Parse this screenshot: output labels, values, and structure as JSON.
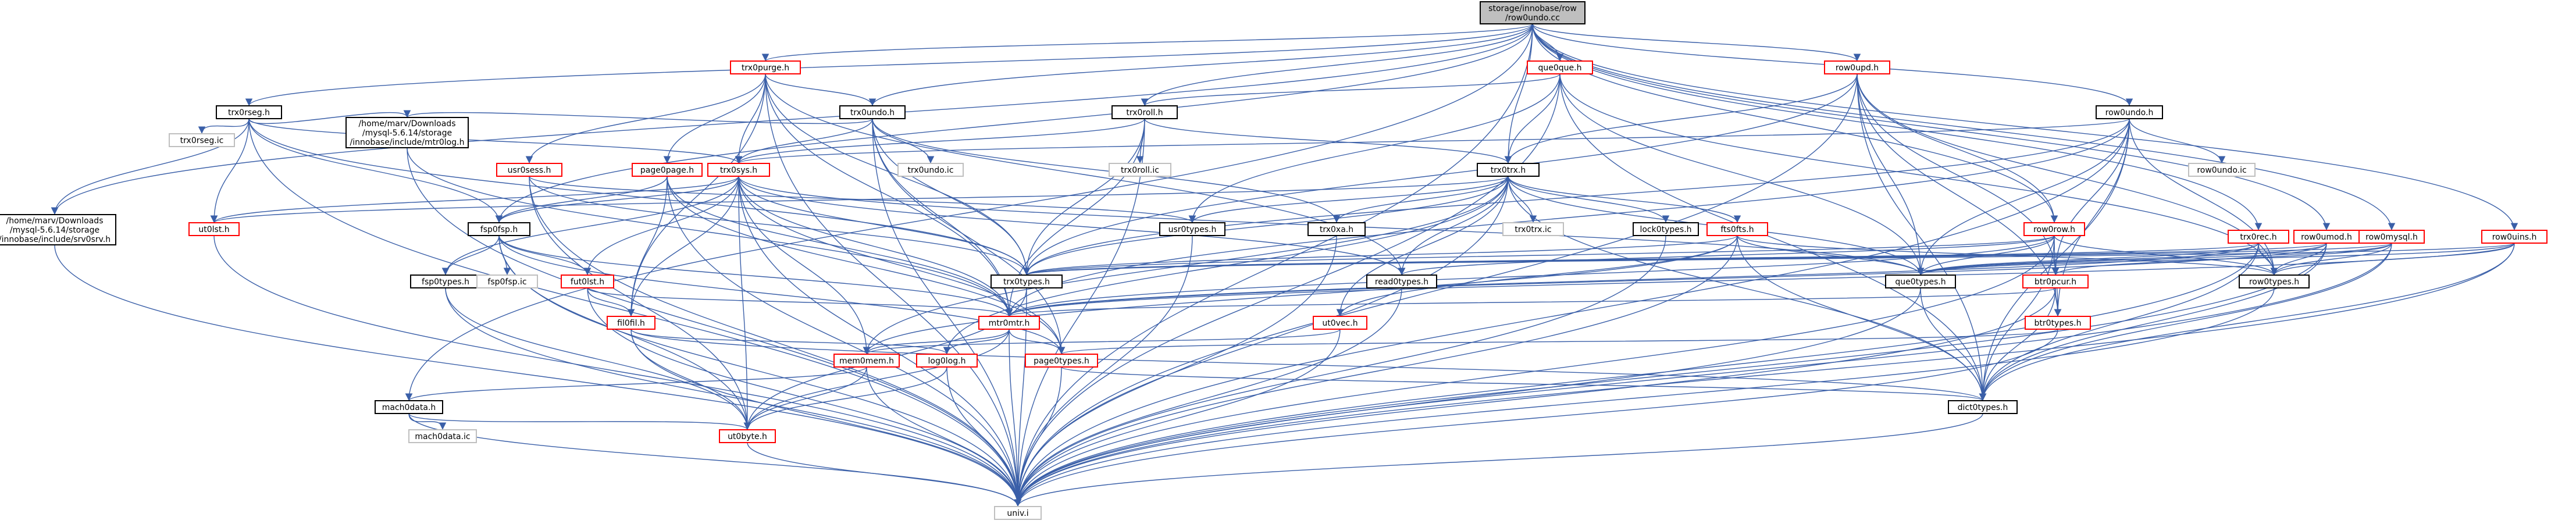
{
  "graph": {
    "title": "",
    "colors": {
      "edge": "#3a5fa8",
      "root_fill": "#bfbfbf",
      "root_border": "#000000",
      "documented_border": "#000000",
      "undocumented_border": "#ff0000",
      "system_border": "#bfbfbf",
      "text": "#000000"
    },
    "nodes": [
      {
        "id": "root",
        "kind": "root",
        "lines": [
          "storage/innobase/row",
          "/row0undo.cc"
        ]
      },
      {
        "id": "trx0purge_h",
        "kind": "undocumented",
        "lines": [
          "trx0purge.h"
        ]
      },
      {
        "id": "que0que_h",
        "kind": "undocumented",
        "lines": [
          "que0que.h"
        ]
      },
      {
        "id": "row0upd_h",
        "kind": "undocumented",
        "lines": [
          "row0upd.h"
        ]
      },
      {
        "id": "trx0rseg_h",
        "kind": "documented",
        "lines": [
          "trx0rseg.h"
        ]
      },
      {
        "id": "trx0undo_h",
        "kind": "documented",
        "lines": [
          "trx0undo.h"
        ]
      },
      {
        "id": "trx0roll_h",
        "kind": "documented",
        "lines": [
          "trx0roll.h"
        ]
      },
      {
        "id": "row0undo_h",
        "kind": "documented",
        "lines": [
          "row0undo.h"
        ]
      },
      {
        "id": "trx0rseg_ic",
        "kind": "system",
        "lines": [
          "trx0rseg.ic"
        ]
      },
      {
        "id": "mysql_include",
        "kind": "documented",
        "lines": [
          "/home/marv/Downloads",
          "/mysql-5.6.14/storage",
          "/innobase/include/mtr0log.h"
        ]
      },
      {
        "id": "usr0sess_h",
        "kind": "undocumented",
        "lines": [
          "usr0sess.h"
        ]
      },
      {
        "id": "page0page_h",
        "kind": "undocumented",
        "lines": [
          "page0page.h"
        ]
      },
      {
        "id": "trx0sys_h",
        "kind": "undocumented",
        "lines": [
          "trx0sys.h"
        ]
      },
      {
        "id": "trx0undo_ic",
        "kind": "system",
        "lines": [
          "trx0undo.ic"
        ]
      },
      {
        "id": "trx0roll_ic",
        "kind": "system",
        "lines": [
          "trx0roll.ic"
        ]
      },
      {
        "id": "trx0trx_h",
        "kind": "documented",
        "lines": [
          "trx0trx.h"
        ]
      },
      {
        "id": "row0undo_ic",
        "kind": "system",
        "lines": [
          "row0undo.ic"
        ]
      },
      {
        "id": "trx0rec_h",
        "kind": "undocumented",
        "lines": [
          "trx0rec.h"
        ]
      },
      {
        "id": "row0umod_h",
        "kind": "undocumented",
        "lines": [
          "row0umod.h"
        ]
      },
      {
        "id": "row0mysql_h",
        "kind": "undocumented",
        "lines": [
          "row0mysql.h"
        ]
      },
      {
        "id": "row0uins_h",
        "kind": "undocumented",
        "lines": [
          "row0uins.h"
        ]
      },
      {
        "id": "storage_include",
        "kind": "documented",
        "lines": [
          "/home/marv/Downloads",
          "/mysql-5.6.14/storage",
          "/innobase/include/srv0srv.h"
        ]
      },
      {
        "id": "ut0lst_h",
        "kind": "undocumented",
        "lines": [
          "ut0lst.h"
        ]
      },
      {
        "id": "fsp0fsp_h",
        "kind": "documented",
        "lines": [
          "fsp0fsp.h"
        ]
      },
      {
        "id": "usr0types_h",
        "kind": "documented",
        "lines": [
          "usr0types.h"
        ]
      },
      {
        "id": "trx0xa_h",
        "kind": "documented",
        "lines": [
          "trx0xa.h"
        ]
      },
      {
        "id": "trx0trx_ic",
        "kind": "system",
        "lines": [
          "trx0trx.ic"
        ]
      },
      {
        "id": "lock0types_h",
        "kind": "documented",
        "lines": [
          "lock0types.h"
        ]
      },
      {
        "id": "fts0fts_h",
        "kind": "undocumented",
        "lines": [
          "fts0fts.h"
        ]
      },
      {
        "id": "row0row_h",
        "kind": "undocumented",
        "lines": [
          "row0row.h"
        ]
      },
      {
        "id": "trx0types_h",
        "kind": "documented",
        "lines": [
          "trx0types.h"
        ]
      },
      {
        "id": "read0types_h",
        "kind": "documented",
        "lines": [
          "read0types.h"
        ]
      },
      {
        "id": "que0types_h",
        "kind": "documented",
        "lines": [
          "que0types.h"
        ]
      },
      {
        "id": "btr0pcur_h",
        "kind": "undocumented",
        "lines": [
          "btr0pcur.h"
        ]
      },
      {
        "id": "row0types_h",
        "kind": "documented",
        "lines": [
          "row0types.h"
        ]
      },
      {
        "id": "fsp0types_h",
        "kind": "documented",
        "lines": [
          "fsp0types.h"
        ]
      },
      {
        "id": "fsp0fsp_ic",
        "kind": "system",
        "lines": [
          "fsp0fsp.ic"
        ]
      },
      {
        "id": "fut0lst_h",
        "kind": "undocumented",
        "lines": [
          "fut0lst.h"
        ]
      },
      {
        "id": "mtr0mtr_h",
        "kind": "undocumented",
        "lines": [
          "mtr0mtr.h"
        ]
      },
      {
        "id": "ut0vec_h",
        "kind": "undocumented",
        "lines": [
          "ut0vec.h"
        ]
      },
      {
        "id": "btr0types_h",
        "kind": "undocumented",
        "lines": [
          "btr0types.h"
        ]
      },
      {
        "id": "fil0fil_h",
        "kind": "undocumented",
        "lines": [
          "fil0fil.h"
        ]
      },
      {
        "id": "mem0mem_h",
        "kind": "undocumented",
        "lines": [
          "mem0mem.h"
        ]
      },
      {
        "id": "log0log_h",
        "kind": "undocumented",
        "lines": [
          "log0log.h"
        ]
      },
      {
        "id": "page0types_h",
        "kind": "undocumented",
        "lines": [
          "page0types.h"
        ]
      },
      {
        "id": "mach0data_h",
        "kind": "documented",
        "lines": [
          "mach0data.h"
        ]
      },
      {
        "id": "dict0types_h",
        "kind": "documented",
        "lines": [
          "dict0types.h"
        ]
      },
      {
        "id": "mach0data_ic",
        "kind": "system",
        "lines": [
          "mach0data.ic"
        ]
      },
      {
        "id": "ut0byte_h",
        "kind": "undocumented",
        "lines": [
          "ut0byte.h"
        ]
      },
      {
        "id": "univ_i",
        "kind": "system",
        "lines": [
          "univ.i"
        ]
      }
    ],
    "edges": [
      [
        "root",
        "trx0purge_h"
      ],
      [
        "root",
        "que0que_h"
      ],
      [
        "root",
        "row0upd_h"
      ],
      [
        "root",
        "trx0rseg_h"
      ],
      [
        "root",
        "trx0undo_h"
      ],
      [
        "root",
        "trx0roll_h"
      ],
      [
        "root",
        "row0undo_h"
      ],
      [
        "root",
        "trx0trx_h"
      ],
      [
        "root",
        "row0row_h"
      ],
      [
        "root",
        "trx0rec_h"
      ],
      [
        "root",
        "row0umod_h"
      ],
      [
        "root",
        "row0mysql_h"
      ],
      [
        "root",
        "row0uins_h"
      ],
      [
        "root",
        "storage_include"
      ],
      [
        "root",
        "fsp0fsp_h"
      ],
      [
        "root",
        "mach0data_h"
      ],
      [
        "root",
        "univ_i"
      ],
      [
        "trx0purge_h",
        "univ_i"
      ],
      [
        "trx0purge_h",
        "trx0types_h"
      ],
      [
        "trx0purge_h",
        "trx0sys_h"
      ],
      [
        "trx0purge_h",
        "mtr0mtr_h"
      ],
      [
        "trx0purge_h",
        "trx0undo_h"
      ],
      [
        "trx0purge_h",
        "usr0sess_h"
      ],
      [
        "trx0purge_h",
        "page0page_h"
      ],
      [
        "trx0purge_h",
        "fil0fil_h"
      ],
      [
        "trx0purge_h",
        "read0types_h"
      ],
      [
        "que0que_h",
        "univ_i"
      ],
      [
        "que0que_h",
        "trx0trx_h"
      ],
      [
        "que0que_h",
        "trx0roll_h"
      ],
      [
        "que0que_h",
        "srv0types"
      ],
      [
        "que0que_h",
        "que0types_h"
      ],
      [
        "que0que_h",
        "dict0types_h"
      ],
      [
        "que0que_h",
        "row0types_h"
      ],
      [
        "que0que_h",
        "usr0types_h"
      ],
      [
        "row0upd_h",
        "univ_i"
      ],
      [
        "row0upd_h",
        "trx0types_h"
      ],
      [
        "row0upd_h",
        "row0types_h"
      ],
      [
        "row0upd_h",
        "btr0pcur_h"
      ],
      [
        "row0upd_h",
        "btr0types_h"
      ],
      [
        "row0upd_h",
        "dict0types_h"
      ],
      [
        "row0upd_h",
        "trx0trx_h"
      ],
      [
        "row0upd_h",
        "que0types_h"
      ],
      [
        "row0upd_h",
        "row0row_h"
      ],
      [
        "trx0rseg_h",
        "univ_i"
      ],
      [
        "trx0rseg_h",
        "trx0types_h"
      ],
      [
        "trx0rseg_h",
        "trx0sys_h"
      ],
      [
        "trx0rseg_h",
        "ut0lst_h"
      ],
      [
        "trx0rseg_h",
        "trx0rseg_ic"
      ],
      [
        "trx0rseg_h",
        "mysql_include"
      ],
      [
        "trx0rseg_h",
        "storage_include"
      ],
      [
        "trx0rseg_h",
        "fsp0fsp_h"
      ],
      [
        "trx0undo_h",
        "univ_i"
      ],
      [
        "trx0undo_h",
        "trx0types_h"
      ],
      [
        "trx0undo_h",
        "mtr0mtr_h"
      ],
      [
        "trx0undo_h",
        "trx0sys_h"
      ],
      [
        "trx0undo_h",
        "page0types_h"
      ],
      [
        "trx0undo_h",
        "trx0xa_h"
      ],
      [
        "trx0undo_h",
        "trx0undo_ic"
      ],
      [
        "trx0undo_h",
        "mysql_include"
      ],
      [
        "trx0roll_h",
        "univ_i"
      ],
      [
        "trx0roll_h",
        "trx0trx_h"
      ],
      [
        "trx0roll_h",
        "trx0types_h"
      ],
      [
        "trx0roll_h",
        "mtr0mtr_h"
      ],
      [
        "trx0roll_h",
        "trx0sys_h"
      ],
      [
        "trx0roll_h",
        "trx0roll_ic"
      ],
      [
        "row0undo_h",
        "univ_i"
      ],
      [
        "row0undo_h",
        "mtr0mtr_h"
      ],
      [
        "row0undo_h",
        "trx0sys_h"
      ],
      [
        "row0undo_h",
        "btr0types_h"
      ],
      [
        "row0undo_h",
        "btr0pcur_h"
      ],
      [
        "row0undo_h",
        "dict0types_h"
      ],
      [
        "row0undo_h",
        "trx0types_h"
      ],
      [
        "row0undo_h",
        "que0types_h"
      ],
      [
        "row0undo_h",
        "row0types_h"
      ],
      [
        "row0undo_h",
        "row0undo_ic"
      ],
      [
        "usr0sess_h",
        "univ_i"
      ],
      [
        "usr0sess_h",
        "ut0byte_h"
      ],
      [
        "usr0sess_h",
        "trx0types_h"
      ],
      [
        "usr0sess_h",
        "usr0types_h"
      ],
      [
        "page0page_h",
        "univ_i"
      ],
      [
        "page0page_h",
        "page0types_h"
      ],
      [
        "page0page_h",
        "fil0fil_h"
      ],
      [
        "page0page_h",
        "buf0buf"
      ],
      [
        "page0page_h",
        "mtr0mtr_h"
      ],
      [
        "page0page_h",
        "fsp0fsp_h"
      ],
      [
        "trx0sys_h",
        "univ_i"
      ],
      [
        "trx0sys_h",
        "trx0types_h"
      ],
      [
        "trx0sys_h",
        "fsp0types_h"
      ],
      [
        "trx0sys_h",
        "fil0fil_h"
      ],
      [
        "trx0sys_h",
        "mtr0mtr_h"
      ],
      [
        "trx0sys_h",
        "ut0byte_h"
      ],
      [
        "trx0sys_h",
        "mem0mem_h"
      ],
      [
        "trx0sys_h",
        "ut0lst_h"
      ],
      [
        "trx0sys_h",
        "read0types_h"
      ],
      [
        "trx0sys_h",
        "page0types_h"
      ],
      [
        "trx0sys_h",
        "fsp0fsp_h"
      ],
      [
        "trx0sys_h",
        "fut0lst_h"
      ],
      [
        "trx0sys_h",
        "que0types_h"
      ],
      [
        "trx0trx_h",
        "univ_i"
      ],
      [
        "trx0trx_h",
        "trx0types_h"
      ],
      [
        "trx0trx_h",
        "dict0types_h"
      ],
      [
        "trx0trx_h",
        "lock0types_h"
      ],
      [
        "trx0trx_h",
        "log0log_h"
      ],
      [
        "trx0trx_h",
        "usr0types_h"
      ],
      [
        "trx0trx_h",
        "que0types_h"
      ],
      [
        "trx0trx_h",
        "mem0mem_h"
      ],
      [
        "trx0trx_h",
        "read0types_h"
      ],
      [
        "trx0trx_h",
        "trx0xa_h"
      ],
      [
        "trx0trx_h",
        "ut0vec_h"
      ],
      [
        "trx0trx_h",
        "fts0fts_h"
      ],
      [
        "trx0trx_h",
        "trx0trx_ic"
      ],
      [
        "trx0trx_h",
        "ut0lst_h"
      ],
      [
        "trx0rec_h",
        "univ_i"
      ],
      [
        "trx0rec_h",
        "trx0types_h"
      ],
      [
        "trx0rec_h",
        "row0types_h"
      ],
      [
        "trx0rec_h",
        "mtr0mtr_h"
      ],
      [
        "trx0rec_h",
        "dict0types_h"
      ],
      [
        "trx0rec_h",
        "que0types_h"
      ],
      [
        "row0umod_h",
        "univ_i"
      ],
      [
        "row0umod_h",
        "dict0types_h"
      ],
      [
        "row0umod_h",
        "trx0types_h"
      ],
      [
        "row0umod_h",
        "que0types_h"
      ],
      [
        "row0umod_h",
        "row0types_h"
      ],
      [
        "row0umod_h",
        "mtr0mtr_h"
      ],
      [
        "row0mysql_h",
        "univ_i"
      ],
      [
        "row0mysql_h",
        "dict0types_h"
      ],
      [
        "row0mysql_h",
        "trx0types_h"
      ],
      [
        "row0mysql_h",
        "que0types_h"
      ],
      [
        "row0mysql_h",
        "row0types_h"
      ],
      [
        "row0mysql_h",
        "btr0pcur_h"
      ],
      [
        "row0uins_h",
        "univ_i"
      ],
      [
        "row0uins_h",
        "dict0types_h"
      ],
      [
        "row0uins_h",
        "trx0types_h"
      ],
      [
        "row0uins_h",
        "que0types_h"
      ],
      [
        "row0uins_h",
        "row0types_h"
      ],
      [
        "row0uins_h",
        "mtr0mtr_h"
      ],
      [
        "fsp0fsp_h",
        "univ_i"
      ],
      [
        "fsp0fsp_h",
        "mtr0mtr_h"
      ],
      [
        "fsp0fsp_h",
        "fut0lst_h"
      ],
      [
        "fsp0fsp_h",
        "ut0byte_h"
      ],
      [
        "fsp0fsp_h",
        "page0types_h"
      ],
      [
        "fsp0fsp_h",
        "fsp0types_h"
      ],
      [
        "fsp0fsp_h",
        "fsp0fsp_ic"
      ],
      [
        "fts0fts_h",
        "univ_i"
      ],
      [
        "fts0fts_h",
        "data0type"
      ],
      [
        "fts0fts_h",
        "data0types"
      ],
      [
        "fts0fts_h",
        "dict0types_h"
      ],
      [
        "fts0fts_h",
        "mem0mem_h"
      ],
      [
        "fts0fts_h",
        "rem0types"
      ],
      [
        "fts0fts_h",
        "row0types_h"
      ],
      [
        "fts0fts_h",
        "trx0types_h"
      ],
      [
        "fts0fts_h",
        "ut0vec_h"
      ],
      [
        "fts0fts_h",
        "que0types_h"
      ],
      [
        "row0row_h",
        "univ_i"
      ],
      [
        "row0row_h",
        "data0data"
      ],
      [
        "row0row_h",
        "dict0types_h"
      ],
      [
        "row0row_h",
        "trx0types_h"
      ],
      [
        "row0row_h",
        "que0types_h"
      ],
      [
        "row0row_h",
        "mtr0mtr_h"
      ],
      [
        "row0row_h",
        "rem0types"
      ],
      [
        "row0row_h",
        "read0types_h"
      ],
      [
        "row0row_h",
        "row0types_h"
      ],
      [
        "row0row_h",
        "btr0types_h"
      ],
      [
        "btr0pcur_h",
        "univ_i"
      ],
      [
        "btr0pcur_h",
        "dict0types_h"
      ],
      [
        "btr0pcur_h",
        "mtr0mtr_h"
      ],
      [
        "btr0pcur_h",
        "btr0types_h"
      ],
      [
        "fut0lst_h",
        "univ_i"
      ],
      [
        "fut0lst_h",
        "fil0fil_h"
      ],
      [
        "fut0lst_h",
        "mtr0mtr_h"
      ],
      [
        "fil0fil_h",
        "univ_i"
      ],
      [
        "fil0fil_h",
        "dict0types_h"
      ],
      [
        "fil0fil_h",
        "ut0byte_h"
      ],
      [
        "fil0fil_h",
        "log0log_h"
      ],
      [
        "mtr0mtr_h",
        "univ_i"
      ],
      [
        "mtr0mtr_h",
        "mem0mem_h"
      ],
      [
        "mtr0mtr_h",
        "log0log_h"
      ],
      [
        "mtr0mtr_h",
        "page0types_h"
      ],
      [
        "mtr0mtr_h",
        "ut0byte_h"
      ],
      [
        "ut0vec_h",
        "univ_i"
      ],
      [
        "ut0vec_h",
        "mem0mem_h"
      ],
      [
        "btr0types_h",
        "univ_i"
      ],
      [
        "btr0types_h",
        "page0types_h"
      ],
      [
        "mem0mem_h",
        "univ_i"
      ],
      [
        "mem0mem_h",
        "ut0byte_h"
      ],
      [
        "mem0mem_h",
        "mach0data_h"
      ],
      [
        "log0log_h",
        "univ_i"
      ],
      [
        "log0log_h",
        "ut0byte_h"
      ],
      [
        "page0types_h",
        "univ_i"
      ],
      [
        "page0types_h",
        "dict0types_h"
      ],
      [
        "mach0data_h",
        "univ_i"
      ],
      [
        "mach0data_h",
        "ut0byte_h"
      ],
      [
        "mach0data_h",
        "mach0data_ic"
      ],
      [
        "dict0types_h",
        "univ_i"
      ],
      [
        "ut0byte_h",
        "univ_i"
      ],
      [
        "ut0lst_h",
        "univ_i"
      ],
      [
        "fsp0types_h",
        "univ_i"
      ],
      [
        "fsp0types_h",
        "ut0byte_h"
      ],
      [
        "usr0types_h",
        "univ_i"
      ],
      [
        "trx0types_h",
        "univ_i"
      ],
      [
        "trx0types_h",
        "ut0byte_h"
      ],
      [
        "que0types_h",
        "univ_i"
      ],
      [
        "que0types_h",
        "dict0types_h"
      ],
      [
        "row0types_h",
        "univ_i"
      ],
      [
        "read0types_h",
        "univ_i"
      ],
      [
        "lock0types_h",
        "univ_i"
      ],
      [
        "trx0xa_h",
        "univ_i"
      ],
      [
        "storage_include",
        "univ_i"
      ],
      [
        "mysql_include",
        "univ_i"
      ],
      [
        "mysql_include",
        "mtr0mtr_h"
      ]
    ]
  }
}
